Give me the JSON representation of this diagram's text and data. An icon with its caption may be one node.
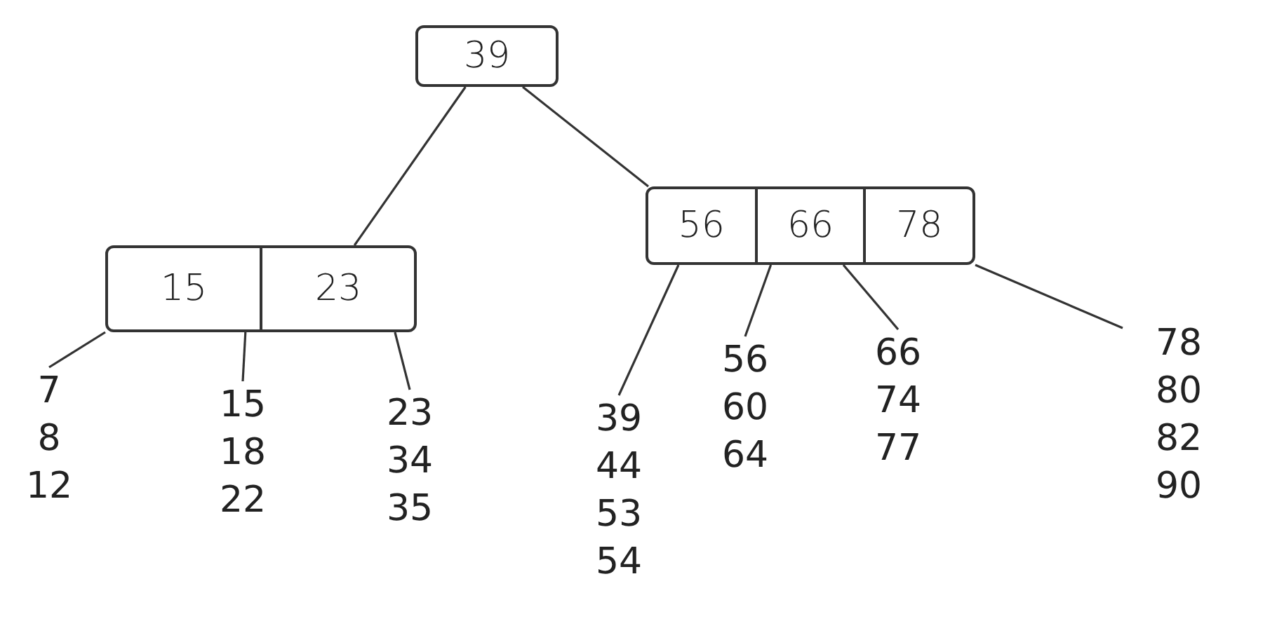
{
  "diagram": {
    "nodes": [
      {
        "text": [
          "39"
        ]
      },
      {
        "text": [
          "15",
          "23"
        ]
      },
      {
        "text": [
          "56",
          "66",
          "78"
        ]
      },
      {
        "text": [
          "7",
          "8",
          "12"
        ]
      },
      {
        "text": [
          "15",
          "18",
          "22"
        ]
      },
      {
        "text": [
          "23",
          "34",
          "35"
        ]
      },
      {
        "text": [
          "39",
          "44",
          "53",
          "54"
        ]
      },
      {
        "text": [
          "56",
          "60",
          "64"
        ]
      },
      {
        "text": [
          "66",
          "74",
          "77"
        ]
      },
      {
        "text": [
          "78",
          "80",
          "82",
          "90"
        ]
      }
    ],
    "edges": [
      {
        "from": 0,
        "to": 1,
        "arrow": "none"
      },
      {
        "from": 0,
        "to": 2,
        "arrow": "none"
      },
      {
        "from": 1,
        "to": 3,
        "arrow": "none"
      },
      {
        "from": 1,
        "to": 4,
        "arrow": "none"
      },
      {
        "from": 1,
        "to": 5,
        "arrow": "none"
      },
      {
        "from": 2,
        "to": 6,
        "arrow": "none"
      },
      {
        "from": 2,
        "to": 7,
        "arrow": "none"
      },
      {
        "from": 2,
        "to": 8,
        "arrow": "none"
      },
      {
        "from": 2,
        "to": 9,
        "arrow": "none"
      }
    ]
  }
}
